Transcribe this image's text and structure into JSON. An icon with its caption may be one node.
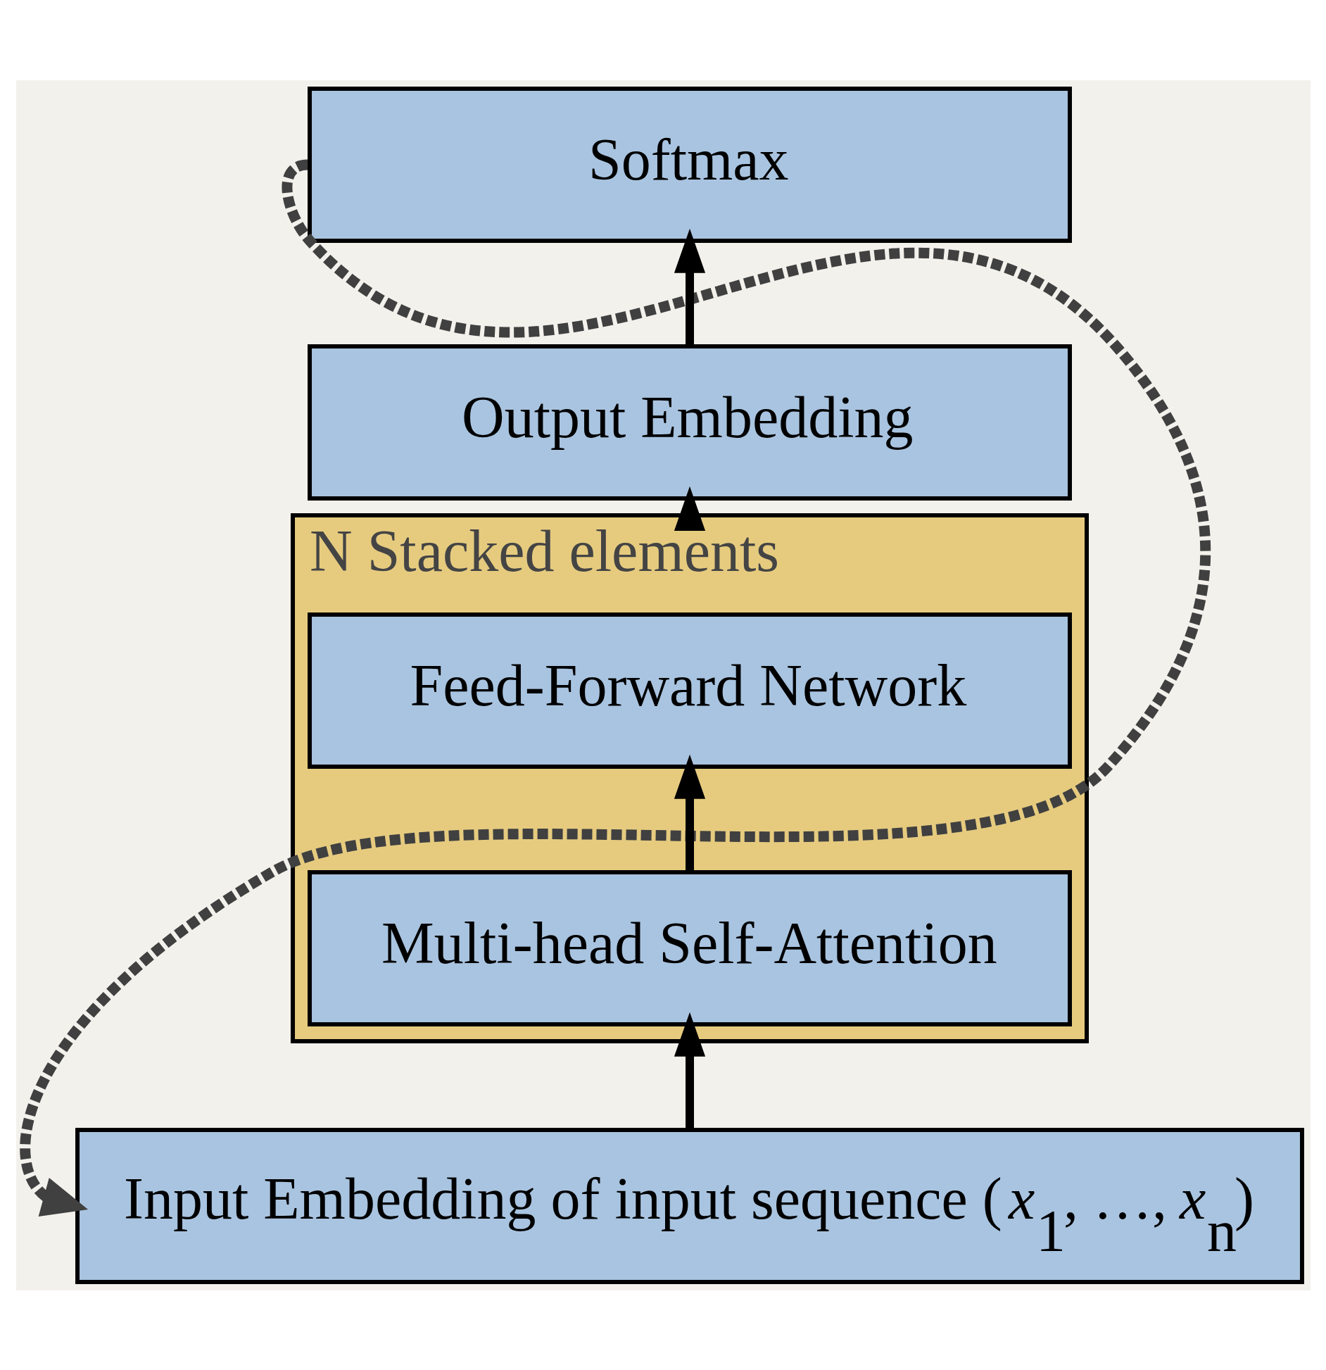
{
  "diagram": {
    "nodes": [
      {
        "text": [
          "Softmax"
        ]
      },
      {
        "text": [
          "Output Embedding"
        ]
      },
      {
        "text": [
          "N Stacked elements"
        ]
      },
      {
        "text": [
          "Feed-Forward Network"
        ],
        "in": 2
      },
      {
        "text": [
          "Multi-head Self-Attention"
        ],
        "in": 2
      },
      {
        "text": [
          "Input Embedding of input sequence (*x*$_{1}$, …, *x*$_{n}$)"
        ]
      }
    ],
    "edges": [
      {
        "from": 5,
        "to": 4,
        "arrow": "to"
      },
      {
        "from": 4,
        "to": 3,
        "arrow": "to"
      },
      {
        "from": 2,
        "to": 1,
        "arrow": "to"
      },
      {
        "from": 1,
        "to": 0,
        "arrow": "to"
      },
      {
        "from": 0,
        "to": 5,
        "arrow": "to",
        "style": "dashed",
        "color": "#404040"
      }
    ]
  }
}
